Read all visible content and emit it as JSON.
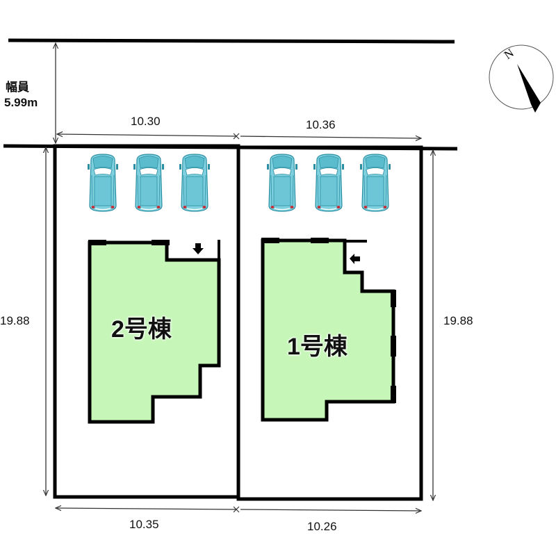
{
  "road": {
    "label": "幅員",
    "width": "5.99m"
  },
  "compass": {
    "north_label": "N",
    "icon": "north-arrow-icon"
  },
  "lots": [
    {
      "id": "lot-2",
      "building_label": "2号棟",
      "frontage_top": "10.30",
      "rear_bottom": "10.35",
      "depth_side": "19.88",
      "parking_spaces": 3,
      "fill_color": "#c6f7b8"
    },
    {
      "id": "lot-1",
      "building_label": "1号棟",
      "frontage_top": "10.36",
      "rear_bottom": "10.26",
      "depth_side": "19.88",
      "parking_spaces": 3,
      "fill_color": "#c6f7b8"
    }
  ],
  "colors": {
    "building_fill": "#c6f7b8",
    "car_body": "#6cc6d6",
    "car_outline": "#2a8fa3",
    "lines": "#000000"
  },
  "icons": {
    "car": "car-topview-icon",
    "entrance_arrow": "entrance-arrow-icon"
  }
}
